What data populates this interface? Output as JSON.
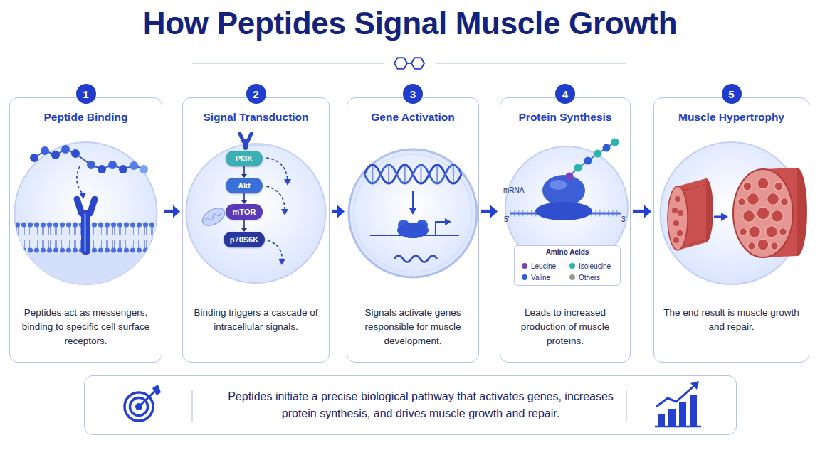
{
  "diagram": {
    "title": "How Peptides Signal Muscle Growth",
    "nodes": [
      {
        "text": [
          "Peptide Binding",
          "Peptides act as messengers, binding to specific cell surface receptors."
        ]
      },
      {
        "text": [
          "1"
        ],
        "in": 0
      },
      {
        "text": [
          "Signal Transduction",
          "Binding triggers a cascade of intracellular signals."
        ]
      },
      {
        "text": [
          "2"
        ],
        "in": 2
      },
      {
        "text": [
          "PI3K"
        ],
        "in": 2
      },
      {
        "text": [
          "Akt"
        ],
        "in": 2
      },
      {
        "text": [
          "mTOR"
        ],
        "in": 2
      },
      {
        "text": [
          "p70S6K"
        ],
        "in": 2
      },
      {
        "text": [
          "Gene Activation",
          "Signals activate genes responsible for muscle development."
        ]
      },
      {
        "text": [
          "3"
        ],
        "in": 8
      },
      {
        "text": [
          "Protein Synthesis",
          "Leads to increased production of muscle proteins."
        ]
      },
      {
        "text": [
          "4"
        ],
        "in": 10
      },
      {
        "text": [
          "Muscle Hypertrophy",
          "The end result is muscle growth and repair."
        ]
      },
      {
        "text": [
          "5"
        ],
        "in": 12
      },
      {
        "text": [
          "Peptides initiate a precise biological pathway that activates genes, increases protein synthesis, and drives muscle growth and repair."
        ]
      }
    ],
    "edges": [
      {
        "from": 0,
        "to": 2,
        "arrow": "to"
      },
      {
        "from": 2,
        "to": 8,
        "arrow": "to"
      },
      {
        "from": 8,
        "to": 10,
        "arrow": "to"
      },
      {
        "from": 10,
        "to": 12,
        "arrow": "to"
      },
      {
        "from": 4,
        "to": 5,
        "arrow": "to"
      },
      {
        "from": 5,
        "to": 6,
        "arrow": "to"
      },
      {
        "from": 6,
        "to": 7,
        "arrow": "to"
      }
    ],
    "labels": [
      "mRNA",
      "5'",
      "3'",
      "Amino Acids"
    ],
    "legend": [
      {
        "text": "Leucine",
        "color": "#7b3fc4"
      },
      {
        "text": "Isoleucine",
        "color": "#2bb3b0"
      },
      {
        "text": "Valine",
        "color": "#2f5fd6"
      },
      {
        "text": "Others",
        "color": "#9a9a9a"
      }
    ]
  }
}
